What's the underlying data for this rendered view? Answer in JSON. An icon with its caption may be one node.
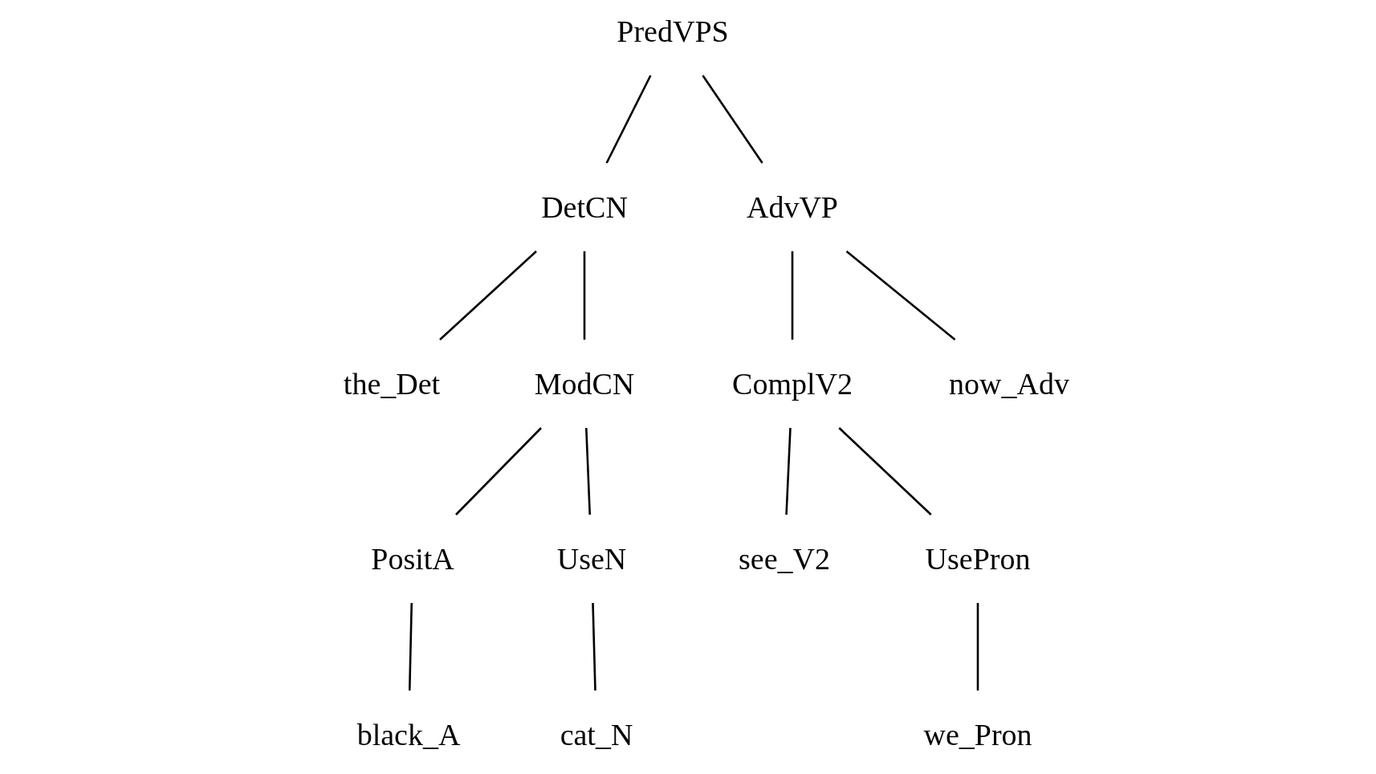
{
  "diagram": {
    "nodes": [
      {
        "text": [
          "PredVPS"
        ]
      },
      {
        "text": [
          "DetCN"
        ]
      },
      {
        "text": [
          "AdvVP"
        ]
      },
      {
        "text": [
          "the_Det"
        ]
      },
      {
        "text": [
          "ModCN"
        ]
      },
      {
        "text": [
          "ComplV2"
        ]
      },
      {
        "text": [
          "now_Adv"
        ]
      },
      {
        "text": [
          "PositA"
        ]
      },
      {
        "text": [
          "UseN"
        ]
      },
      {
        "text": [
          "see_V2"
        ]
      },
      {
        "text": [
          "UsePron"
        ]
      },
      {
        "text": [
          "black_A"
        ]
      },
      {
        "text": [
          "cat_N"
        ]
      },
      {
        "text": [
          "we_Pron"
        ]
      }
    ],
    "edges": [
      {
        "from": 0,
        "to": 1,
        "arrow": "none"
      },
      {
        "from": 0,
        "to": 2,
        "arrow": "none"
      },
      {
        "from": 1,
        "to": 3,
        "arrow": "none"
      },
      {
        "from": 1,
        "to": 4,
        "arrow": "none"
      },
      {
        "from": 2,
        "to": 5,
        "arrow": "none"
      },
      {
        "from": 2,
        "to": 6,
        "arrow": "none"
      },
      {
        "from": 4,
        "to": 7,
        "arrow": "none"
      },
      {
        "from": 4,
        "to": 8,
        "arrow": "none"
      },
      {
        "from": 5,
        "to": 9,
        "arrow": "none"
      },
      {
        "from": 5,
        "to": 10,
        "arrow": "none"
      },
      {
        "from": 7,
        "to": 11,
        "arrow": "none"
      },
      {
        "from": 8,
        "to": 12,
        "arrow": "none"
      },
      {
        "from": 10,
        "to": 13,
        "arrow": "none"
      }
    ]
  }
}
